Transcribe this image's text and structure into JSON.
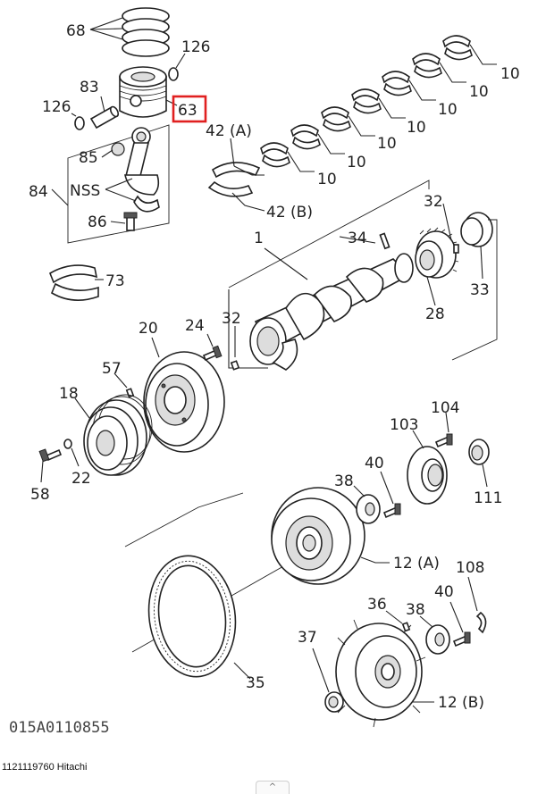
{
  "callouts": {
    "p68": "68",
    "p126a": "126",
    "p83": "83",
    "p126b": "126",
    "p63": "63",
    "p85": "85",
    "p84": "84",
    "nss": "NSS",
    "p86": "86",
    "p73": "73",
    "p42a": "42 (A)",
    "p42b": "42 (B)",
    "p10_1": "10",
    "p10_2": "10",
    "p10_3": "10",
    "p10_4": "10",
    "p10_5": "10",
    "p10_6": "10",
    "p10_7": "10",
    "p1": "1",
    "p34": "34",
    "p32a": "32",
    "p32b": "32",
    "p33": "33",
    "p28": "28",
    "p20": "20",
    "p24": "24",
    "p57": "57",
    "p18": "18",
    "p22": "22",
    "p58": "58",
    "p104": "104",
    "p103": "103",
    "p40a": "40",
    "p111": "111",
    "p38a": "38",
    "p12a": "12 (A)",
    "p108": "108",
    "p40b": "40",
    "p36": "36",
    "p38b": "38",
    "p37": "37",
    "p35": "35",
    "p12b": "12 (B)"
  },
  "highlighted_part": "63",
  "diagram_code": "015A0110855",
  "footer": {
    "doc_id": "1121119760 Hitachi",
    "scroll_glyph": "^"
  }
}
